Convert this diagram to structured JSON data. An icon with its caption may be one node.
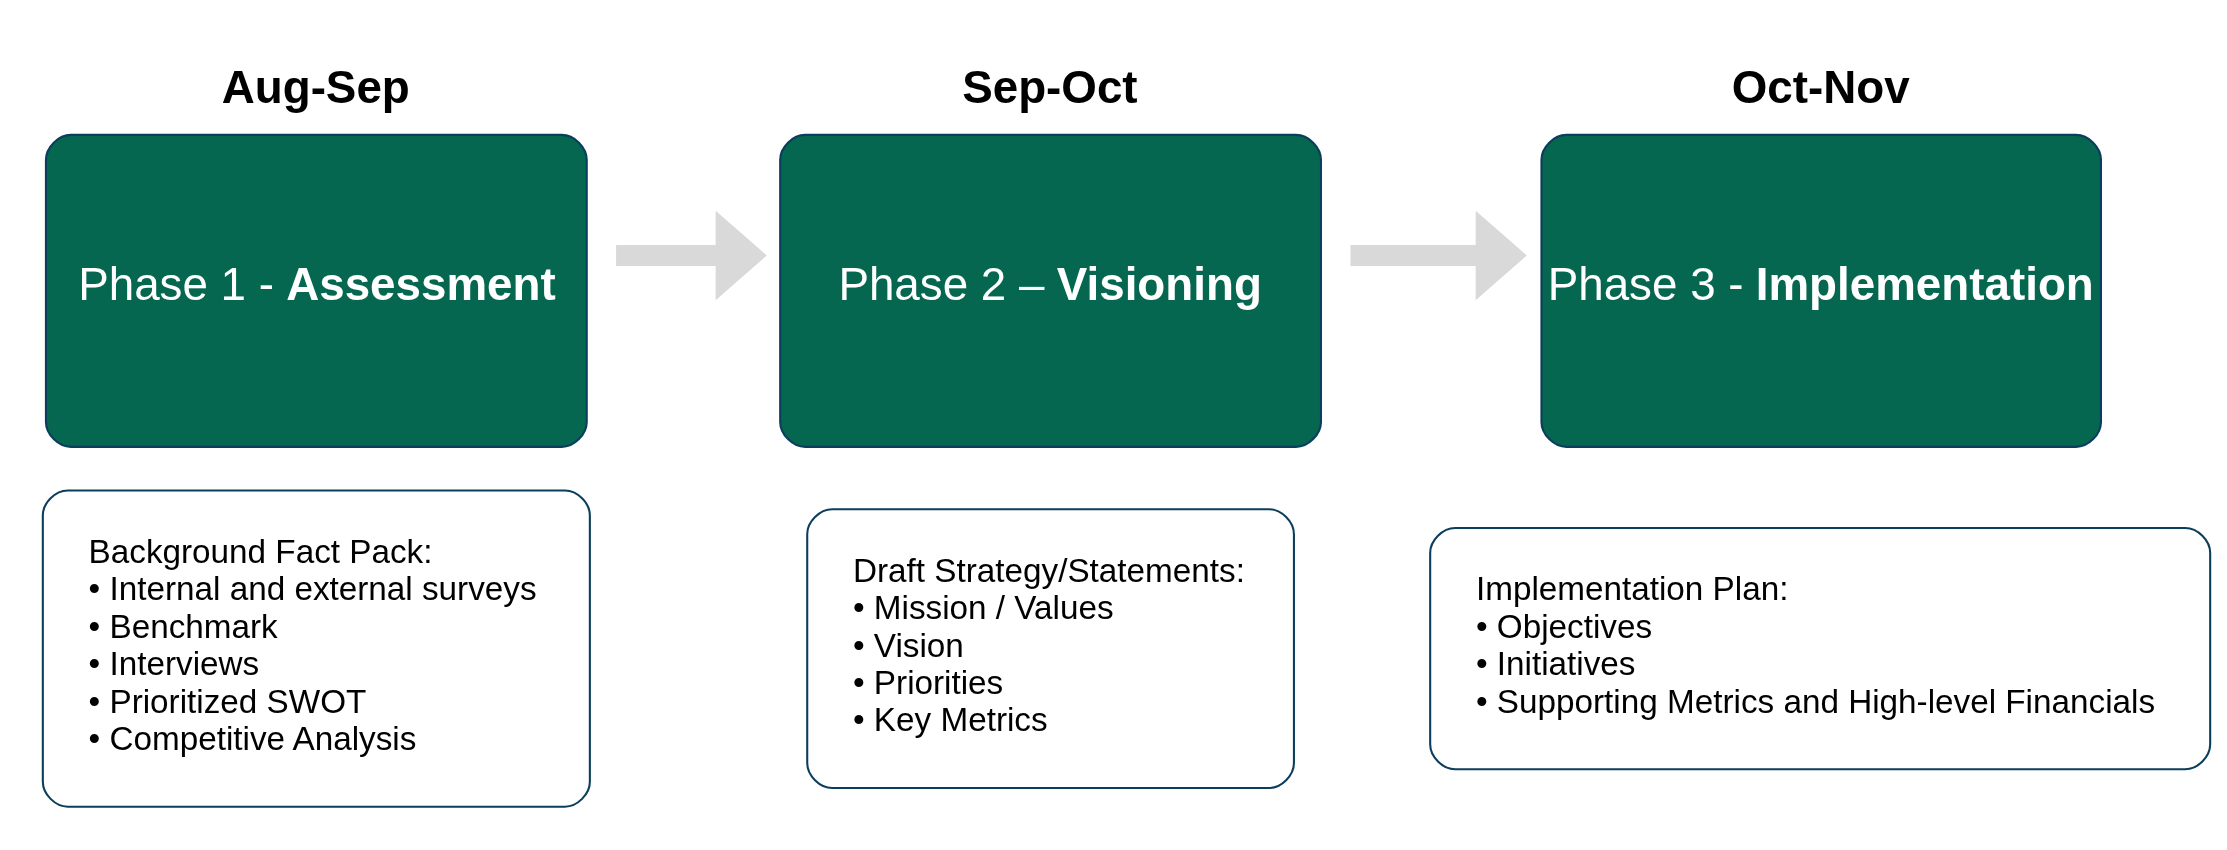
{
  "diagram": {
    "nodes": [
      {
        "text": [
          "Aug-Sep",
          "Phase 1 - **Assessment**"
        ]
      },
      {
        "text": [
          "Background Fact Pack:",
          "• Internal and external surveys",
          "• Benchmark",
          "• Interviews",
          "• Prioritized SWOT",
          "• Competitive Analysis"
        ]
      },
      {
        "text": [
          "Sep-Oct",
          "Phase 2 – **Visioning**"
        ]
      },
      {
        "text": [
          "Draft Strategy/Statements:",
          "• Mission / Values",
          "• Vision",
          "• Priorities",
          "• Key Metrics"
        ]
      },
      {
        "text": [
          "Oct-Nov",
          "Phase 3 - **Implementation**"
        ]
      },
      {
        "text": [
          "Implementation Plan:",
          "• Objectives",
          "• Initiatives",
          "• Supporting Metrics and High-level Financials"
        ]
      }
    ],
    "edges": [
      {
        "from": 0,
        "to": 2,
        "arrow": "to"
      },
      {
        "from": 2,
        "to": 4,
        "arrow": "to"
      }
    ]
  }
}
